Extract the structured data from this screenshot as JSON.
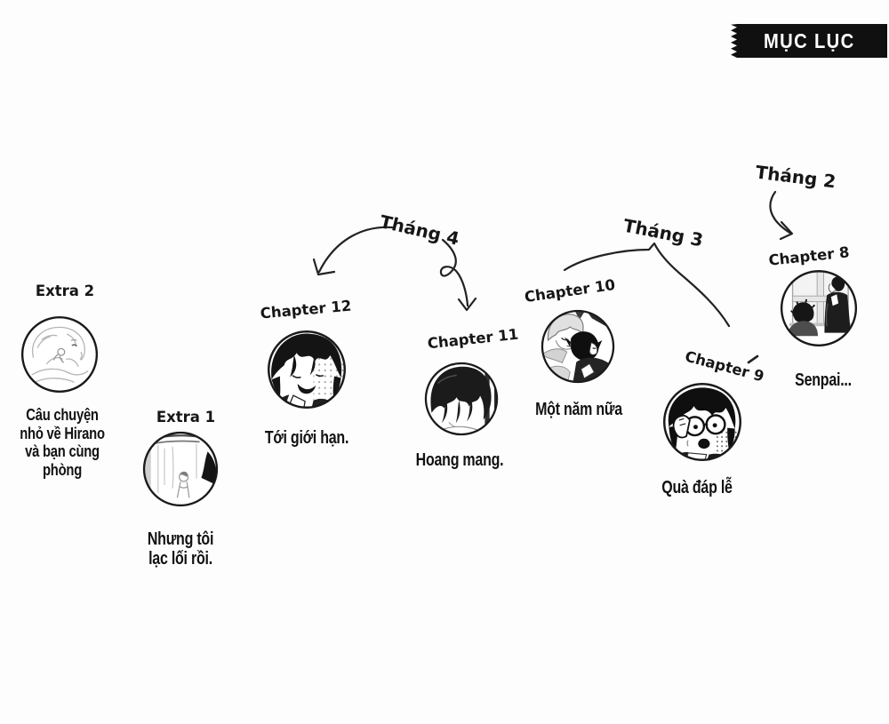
{
  "banner": {
    "label": "MỤC LỤC",
    "bg": "#101010",
    "text_color": "#ffffff"
  },
  "months": [
    {
      "label": "Tháng 2"
    },
    {
      "label": "Tháng 3"
    },
    {
      "label": "Tháng 4"
    }
  ],
  "entries": [
    {
      "label": "Extra 2",
      "title": "Câu chuyện\nnhỏ về Hirano\nvà bạn cùng\nphòng"
    },
    {
      "label": "Extra 1",
      "title": "Nhưng tôi\nlạc lối rồi."
    },
    {
      "label": "Chapter 12",
      "title": "Tới giới hạn."
    },
    {
      "label": "Chapter 11",
      "title": "Hoang mang."
    },
    {
      "label": "Chapter 10",
      "title": "Một năm nữa"
    },
    {
      "label": "Chapter 9",
      "title": "Quà đáp lễ"
    },
    {
      "label": "Chapter 8",
      "title": "Senpai..."
    }
  ],
  "colors": {
    "ink": "#1a1a1a",
    "sketch": "#b5b5b5"
  }
}
